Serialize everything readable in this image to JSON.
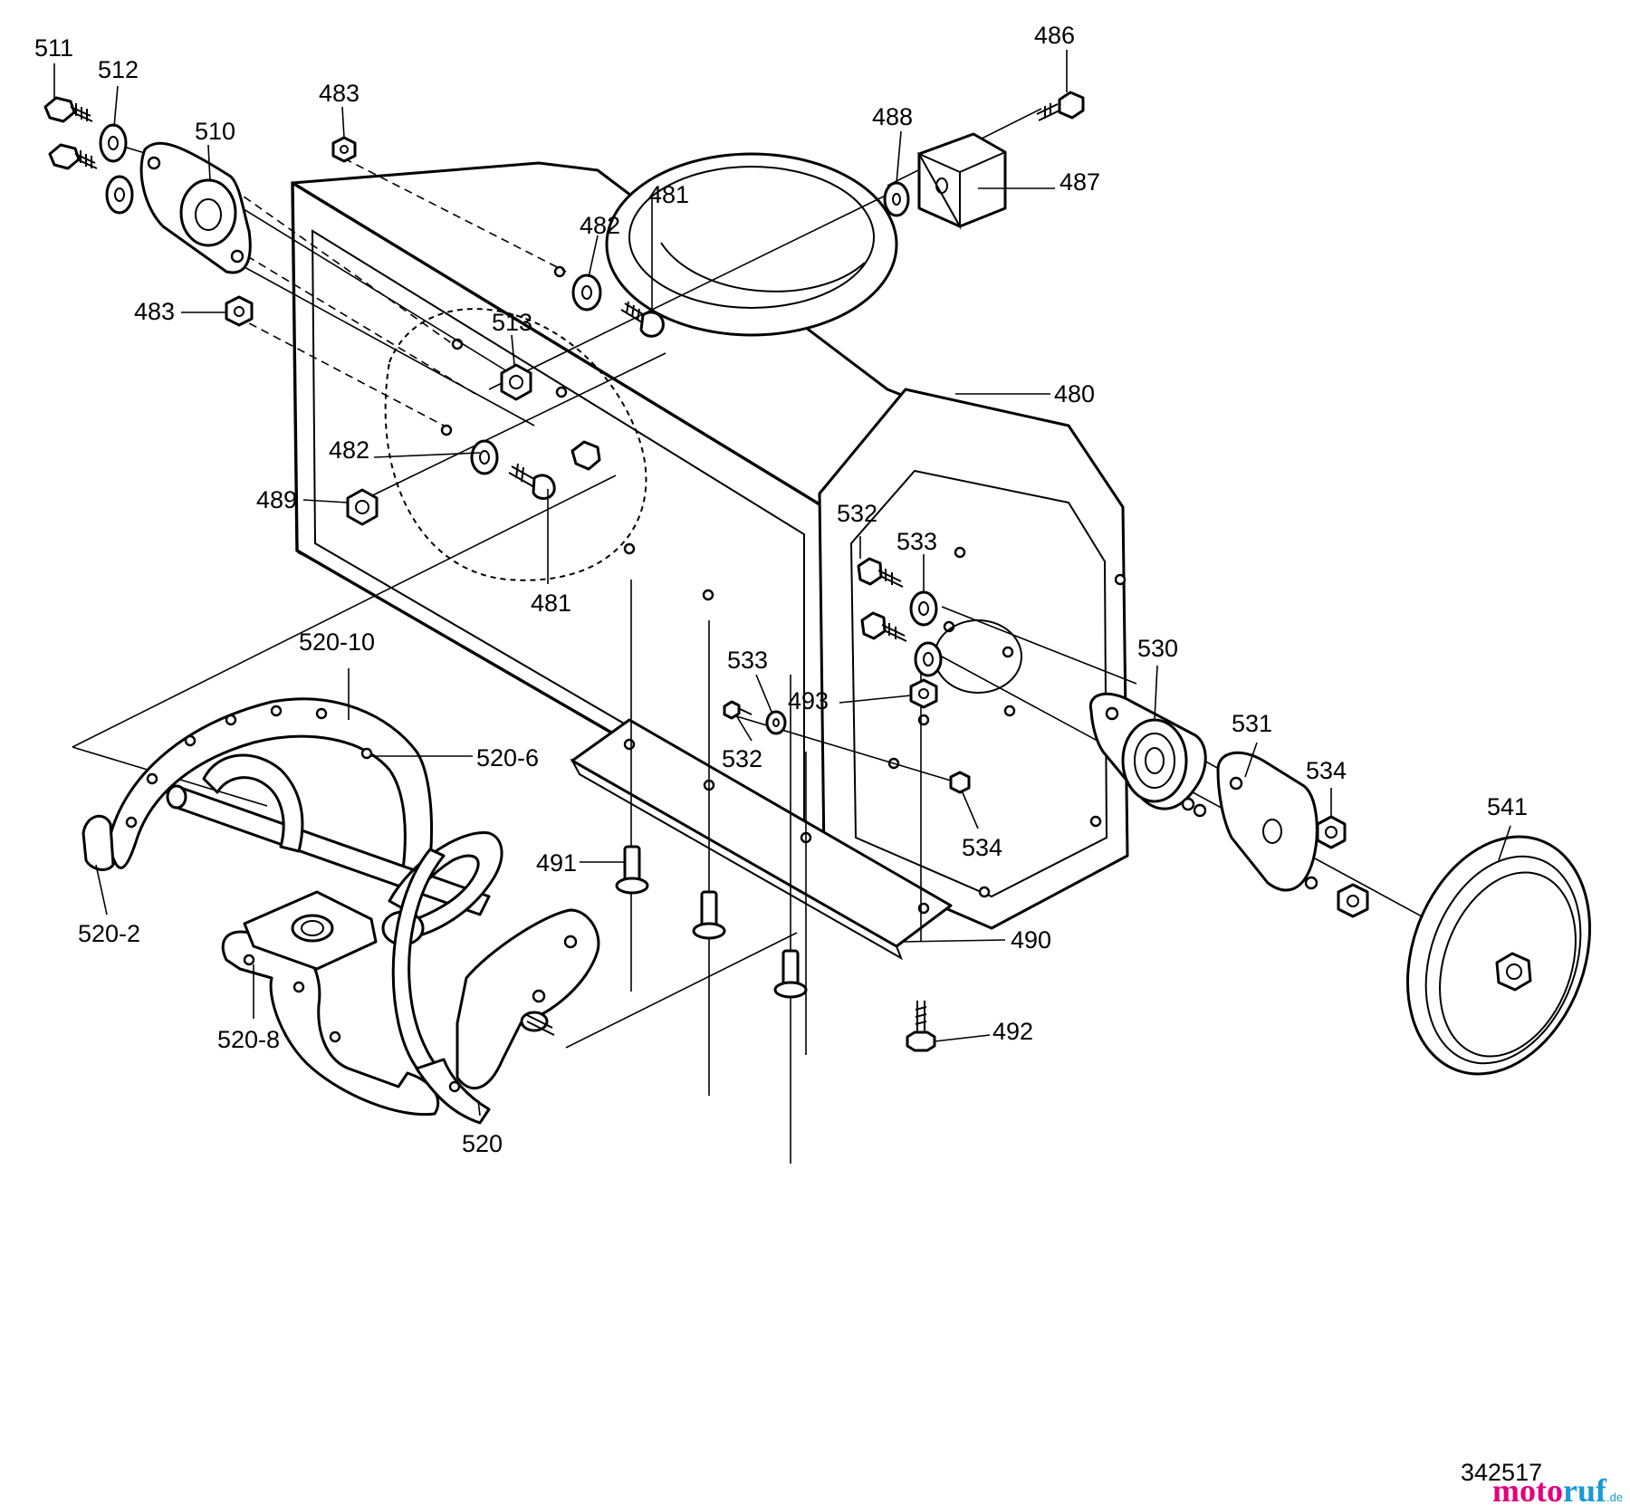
{
  "labels": {
    "l511": "511",
    "l512": "512",
    "l510": "510",
    "l483a": "483",
    "l483b": "483",
    "l513": "513",
    "l482a": "482",
    "l482b": "482",
    "l489": "489",
    "l481a": "481",
    "l481b": "481",
    "l486": "486",
    "l487": "487",
    "l488": "488",
    "l480": "480",
    "l532a": "532",
    "l532b": "532",
    "l533a": "533",
    "l533b": "533",
    "l493": "493",
    "l530": "530",
    "l531": "531",
    "l534a": "534",
    "l534b": "534",
    "l541": "541",
    "l520_10": "520-10",
    "l520_6": "520-6",
    "l520_2": "520-2",
    "l520_8": "520-8",
    "l520": "520",
    "l491": "491",
    "l490": "490",
    "l492": "492"
  },
  "drawing_number": "342517",
  "watermark": {
    "part1": "moto",
    "part2": "ruf",
    "suffix": ".de"
  }
}
